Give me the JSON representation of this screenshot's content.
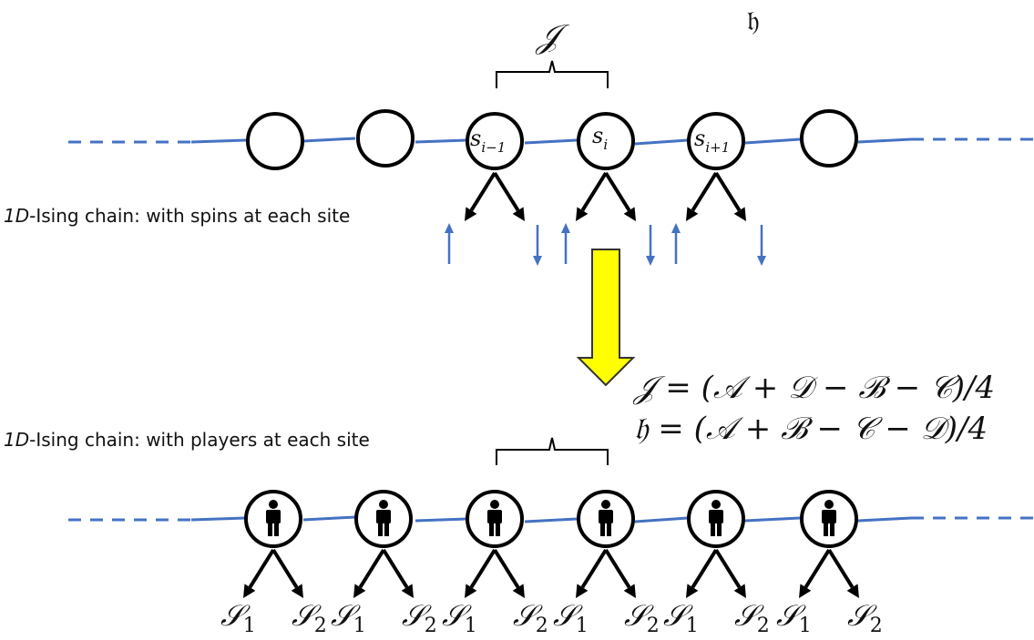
{
  "labels": {
    "top_prefix": "1D",
    "top_text": "-Ising chain: with spins at each site",
    "bottom_prefix": "1D",
    "bottom_text": "-Ising chain: with players at each site"
  },
  "symbols": {
    "coupling": "𝒥",
    "field": "𝔥"
  },
  "sites": {
    "spin_labels": [
      "",
      "",
      "s_{i−1}",
      "s_i",
      "s_{i+1}",
      ""
    ],
    "strategy_left": "𝒮",
    "strategy_left_sub": "1",
    "strategy_right": "𝒮",
    "strategy_right_sub": "2"
  },
  "equations": {
    "eq1": "𝒥 = (𝒜 + 𝒟 − ℬ − 𝒞)/4",
    "eq2": "𝔥 = (𝒜 + ℬ − 𝒞 − 𝒟)/4"
  },
  "colors": {
    "chain_line": "#4472c4",
    "spin_arrow": "#4472c4",
    "big_arrow_fill": "#ffff00",
    "big_arrow_stroke": "#333333",
    "ink": "#000000"
  }
}
